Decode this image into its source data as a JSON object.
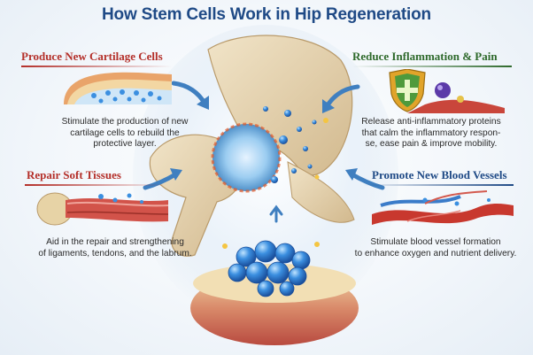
{
  "title": "How Stem Cells Work in Hip Regeneration",
  "colors": {
    "title": "#1f4a86",
    "heading_red": "#b4302a",
    "heading_green": "#2f6a2c",
    "heading_blue": "#1f4a86",
    "body": "#2a2a2a",
    "arrow": "#3f7fc0",
    "stem_cell": "#2f7fd6"
  },
  "sections": {
    "cartilage": {
      "heading": "Produce New Cartilage Cells",
      "text": [
        "Stimulate the production of new",
        "cartilage cells to rebuild the",
        "protective layer."
      ],
      "icon": "cartilage-cross-section-icon"
    },
    "inflammation": {
      "heading": "Reduce Inflammation & Pain",
      "text": [
        "Release anti-inflammatory proteins",
        "that calm the inflammatory respon-",
        "se, ease pain & improve mobility."
      ],
      "icon": "shield-cross-icon"
    },
    "soft_tissue": {
      "heading": "Repair Soft Tissues",
      "text": [
        "Aid in the repair and strengthening",
        "of ligaments, tendons, and the labrum."
      ],
      "icon": "ligament-tendon-icon"
    },
    "blood_vessels": {
      "heading": "Promote New Blood Vessels",
      "text": [
        "Stimulate blood vessel formation",
        "to enhance oxygen and nutrient delivery."
      ],
      "icon": "blood-vessel-icon"
    }
  }
}
